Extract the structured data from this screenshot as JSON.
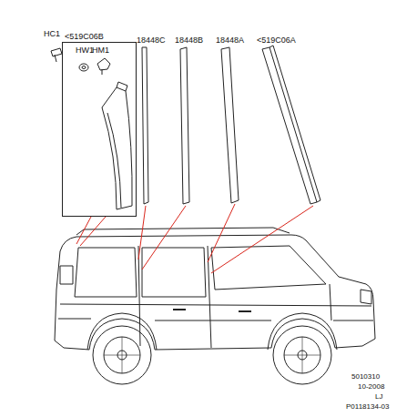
{
  "diagram": {
    "nodes": [
      {
        "text": [
          "<519C06B",
          "HW1",
          "HM1"
        ]
      }
    ],
    "labels": [
      "HC1",
      "18448C",
      "18448B",
      "18448A",
      "<519C06A",
      "5010310",
      "10-2008",
      "LJ",
      "P0118134-03"
    ]
  }
}
